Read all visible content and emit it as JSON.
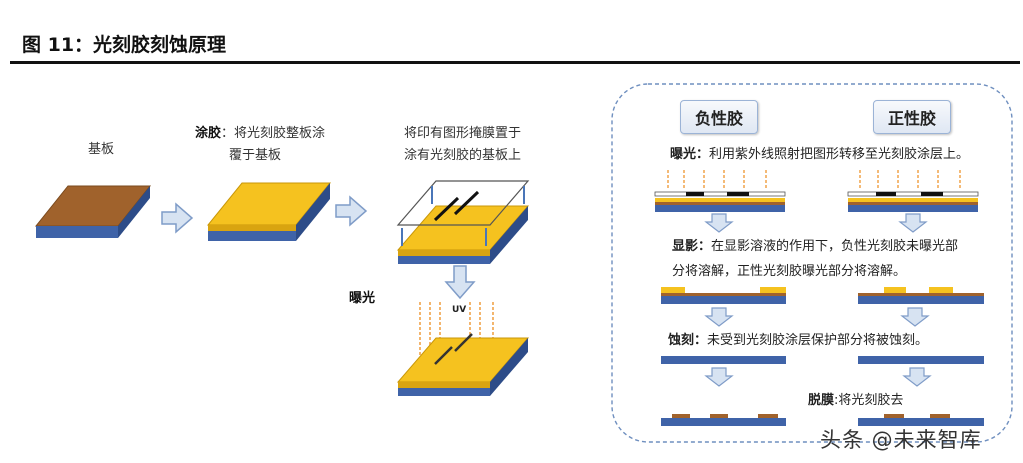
{
  "figure": {
    "title": "图 11：光刻胶刻蚀原理"
  },
  "left": {
    "substrate_label": "基板",
    "coating_label_bold": "涂胶",
    "coating_label_rest": "：将光刻胶整板涂",
    "coating_label_line2": "覆于基板",
    "mask_label_line1": "将印有图形掩膜置于",
    "mask_label_line2": "涂有光刻胶的基板上",
    "exposure_label": "曝光",
    "uv_label": "UV"
  },
  "right": {
    "negative_resist": "负性胶",
    "positive_resist": "正性胶",
    "exposure_bold": "曝光：",
    "exposure_text": "利用紫外线照射把图形转移至光刻胶涂层上。",
    "develop_bold": "显影：",
    "develop_text_line1": "在显影溶液的作用下，负性光刻胶未曝光部",
    "develop_text_line2": "分将溶解，正性光刻胶曝光部分将溶解。",
    "etch_bold": "蚀刻：",
    "etch_text": "未受到光刻胶涂层保护部分将被蚀刻。",
    "strip_bold": "脱膜",
    "strip_text": ":将光刻胶去"
  },
  "watermark": "头条 @未来智库",
  "colors": {
    "substrate_top": "#a0622c",
    "substrate_side": "#3f63a8",
    "resist_yellow": "#f5c21f",
    "resist_side": "#d9a410",
    "uv_arrow": "#f0a34a",
    "frame_dashed": "#6f8fbf",
    "arrow_fill": "#d7e3f2",
    "arrow_stroke": "#7f9cc8"
  }
}
